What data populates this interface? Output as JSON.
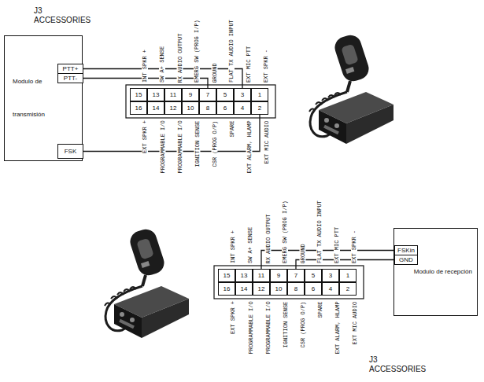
{
  "diagram": {
    "nodes": [
      {
        "text": [
          "Modulo de transmisión"
        ]
      },
      {
        "text": [
          "PTT+"
        ],
        "in": 0
      },
      {
        "text": [
          "PTT-"
        ],
        "in": 0
      },
      {
        "text": [
          "FSK"
        ],
        "in": 0
      },
      {
        "text": [
          "15"
        ]
      },
      {
        "text": [
          "13"
        ]
      },
      {
        "text": [
          "11"
        ]
      },
      {
        "text": [
          "9"
        ]
      },
      {
        "text": [
          "7"
        ]
      },
      {
        "text": [
          "5"
        ]
      },
      {
        "text": [
          "3"
        ]
      },
      {
        "text": [
          "1"
        ]
      },
      {
        "text": [
          "16"
        ]
      },
      {
        "text": [
          "14"
        ]
      },
      {
        "text": [
          "12"
        ]
      },
      {
        "text": [
          "10"
        ]
      },
      {
        "text": [
          "8"
        ]
      },
      {
        "text": [
          "6"
        ]
      },
      {
        "text": [
          "4"
        ]
      },
      {
        "text": [
          "2"
        ]
      },
      {
        "text": [
          "15"
        ]
      },
      {
        "text": [
          "13"
        ]
      },
      {
        "text": [
          "11"
        ]
      },
      {
        "text": [
          "9"
        ]
      },
      {
        "text": [
          "7"
        ]
      },
      {
        "text": [
          "5"
        ]
      },
      {
        "text": [
          "3"
        ]
      },
      {
        "text": [
          "1"
        ]
      },
      {
        "text": [
          "16"
        ]
      },
      {
        "text": [
          "14"
        ]
      },
      {
        "text": [
          "12"
        ]
      },
      {
        "text": [
          "10"
        ]
      },
      {
        "text": [
          "8"
        ]
      },
      {
        "text": [
          "6"
        ]
      },
      {
        "text": [
          "4"
        ]
      },
      {
        "text": [
          "2"
        ]
      },
      {
        "text": [
          "Modulo de recepción"
        ]
      },
      {
        "text": [
          "FSKin"
        ],
        "in": 36
      },
      {
        "text": [
          "GND"
        ],
        "in": 36
      }
    ],
    "edges": [
      {
        "from": 1,
        "to": 10,
        "arrow": "none"
      },
      {
        "from": 2,
        "to": 8,
        "arrow": "none"
      },
      {
        "from": 3,
        "to": 19,
        "arrow": "none"
      },
      {
        "from": 37,
        "to": 22,
        "arrow": "none"
      },
      {
        "from": 38,
        "to": 24,
        "arrow": "none"
      }
    ],
    "labels": [
      "J3 ACCESSORIES",
      "INT SPKR +",
      "SW A+ SENSE",
      "RX AUDIO OUTPUT",
      "EMERG SW (PROG I/P)",
      "GROUND",
      "FLAT TX AUDIO INPUT",
      "EXT MIC PTT",
      "EXT SPKR -",
      "EXT SPKR +",
      "PROGRAMMABLE I/O",
      "PROGRAMMABLE I/O",
      "IGNITION SENSE",
      "CSR (PROG O/P)",
      "SPARE",
      "EXT ALARM, HLAMP",
      "EXT MIC AUDIO",
      "INT SPKR +",
      "SW A+ SENSE",
      "RX AUDIO OUTPUT",
      "EMERG SW (PROG I/P)",
      "GROUND",
      "FLAT TX AUDIO INPUT",
      "EXT MIC PTT",
      "EXT SPKR -",
      "EXT SPKR +",
      "PROGRAMMABLE I/O",
      "PROGRAMMABLE I/O",
      "IGNITION SENSE",
      "CSR (PROG O/P)",
      "SPARE",
      "EXT ALARM, HLAMP",
      "EXT MIC AUDIO",
      "J3 ACCESSORIES"
    ]
  }
}
